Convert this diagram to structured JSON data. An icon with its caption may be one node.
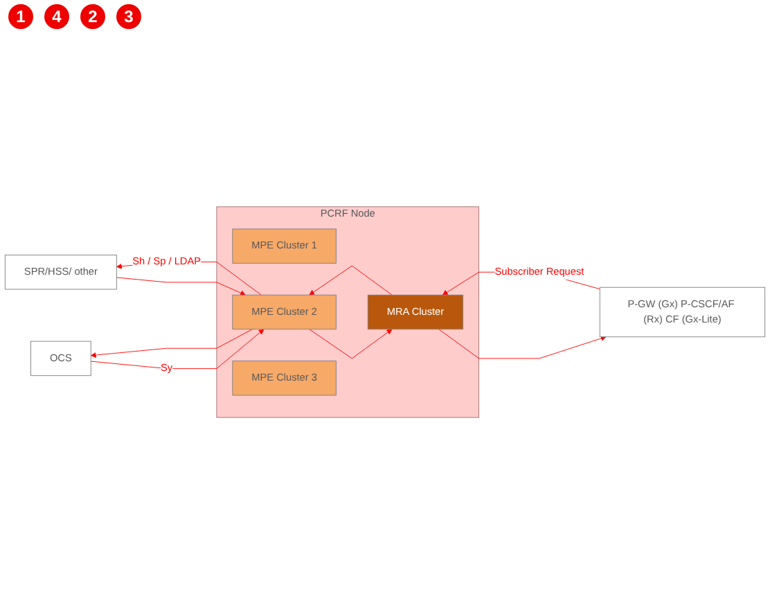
{
  "diagram": {
    "nodes": [
      {
        "text": [
          "P-GW (Gx) P-CSCF/AF (Rx) CF (Gx-Lite)"
        ]
      },
      {
        "text": [
          "PCRF Node"
        ]
      },
      {
        "text": [
          "MPE Cluster 1"
        ],
        "in": 1
      },
      {
        "text": [
          "MPE Cluster 2"
        ],
        "in": 1
      },
      {
        "text": [
          "MPE Cluster 3"
        ],
        "in": 1
      },
      {
        "text": [
          "MRA Cluster"
        ],
        "in": 1
      },
      {
        "text": [
          "SPR/HSS/ other"
        ]
      },
      {
        "text": [
          "OCS"
        ]
      }
    ],
    "edges": [
      {
        "from": 0,
        "to": 5,
        "arrow": "to",
        "label": "Subscriber Request"
      },
      {
        "from": 5,
        "to": 0,
        "arrow": "to"
      },
      {
        "from": 5,
        "to": 3,
        "arrow": "to"
      },
      {
        "from": 3,
        "to": 5,
        "arrow": "to"
      },
      {
        "from": 3,
        "to": 6,
        "arrow": "to",
        "label": "Sh / Sp / LDAP"
      },
      {
        "from": 6,
        "to": 3,
        "arrow": "to"
      },
      {
        "from": 3,
        "to": 7,
        "arrow": "to"
      },
      {
        "from": 7,
        "to": 3,
        "arrow": "to",
        "label": "Sy"
      }
    ],
    "labels": [
      "1",
      "4",
      "2",
      "3"
    ]
  }
}
